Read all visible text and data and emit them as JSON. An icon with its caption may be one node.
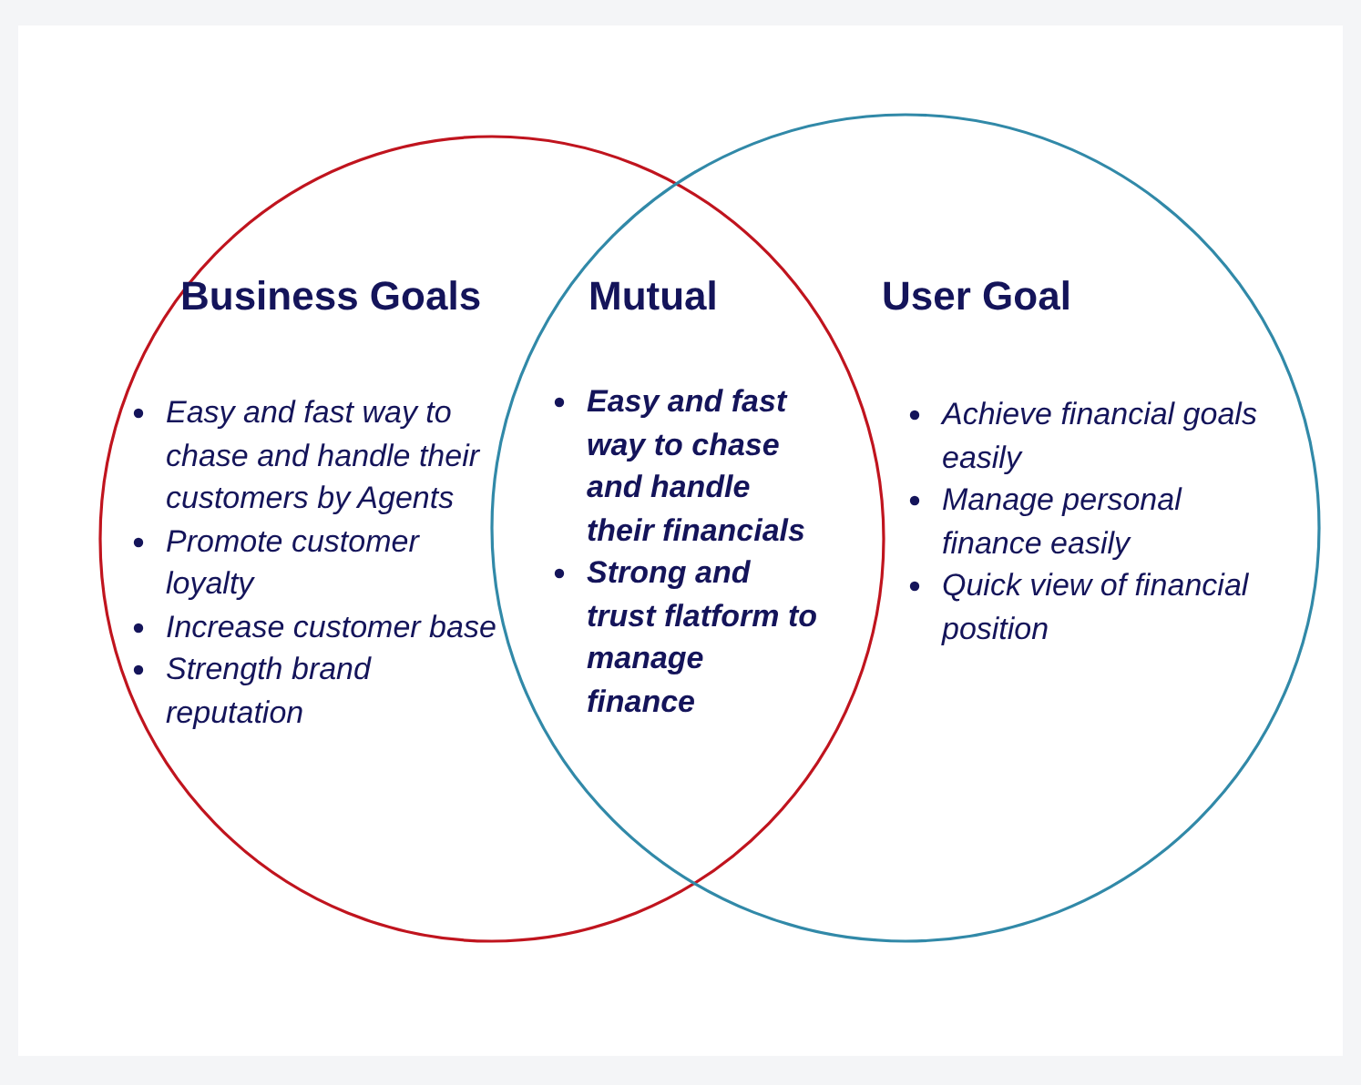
{
  "diagram": {
    "nodes": [
      {
        "text": [
          "Business Goals",
          "Easy and fast way to chase and handle their customers by Agents",
          "Promote customer loyalty",
          "Increase customer base",
          "Strength brand reputation"
        ]
      },
      {
        "text": [
          "User Goal",
          "Achieve financial goals easily",
          "Manage personal finance easily",
          "Quick view of financial position"
        ]
      },
      {
        "text": [
          "Mutual",
          "Easy and fast way to chase and handle their financials",
          "Strong and trust flatform to manage finance"
        ]
      }
    ]
  }
}
